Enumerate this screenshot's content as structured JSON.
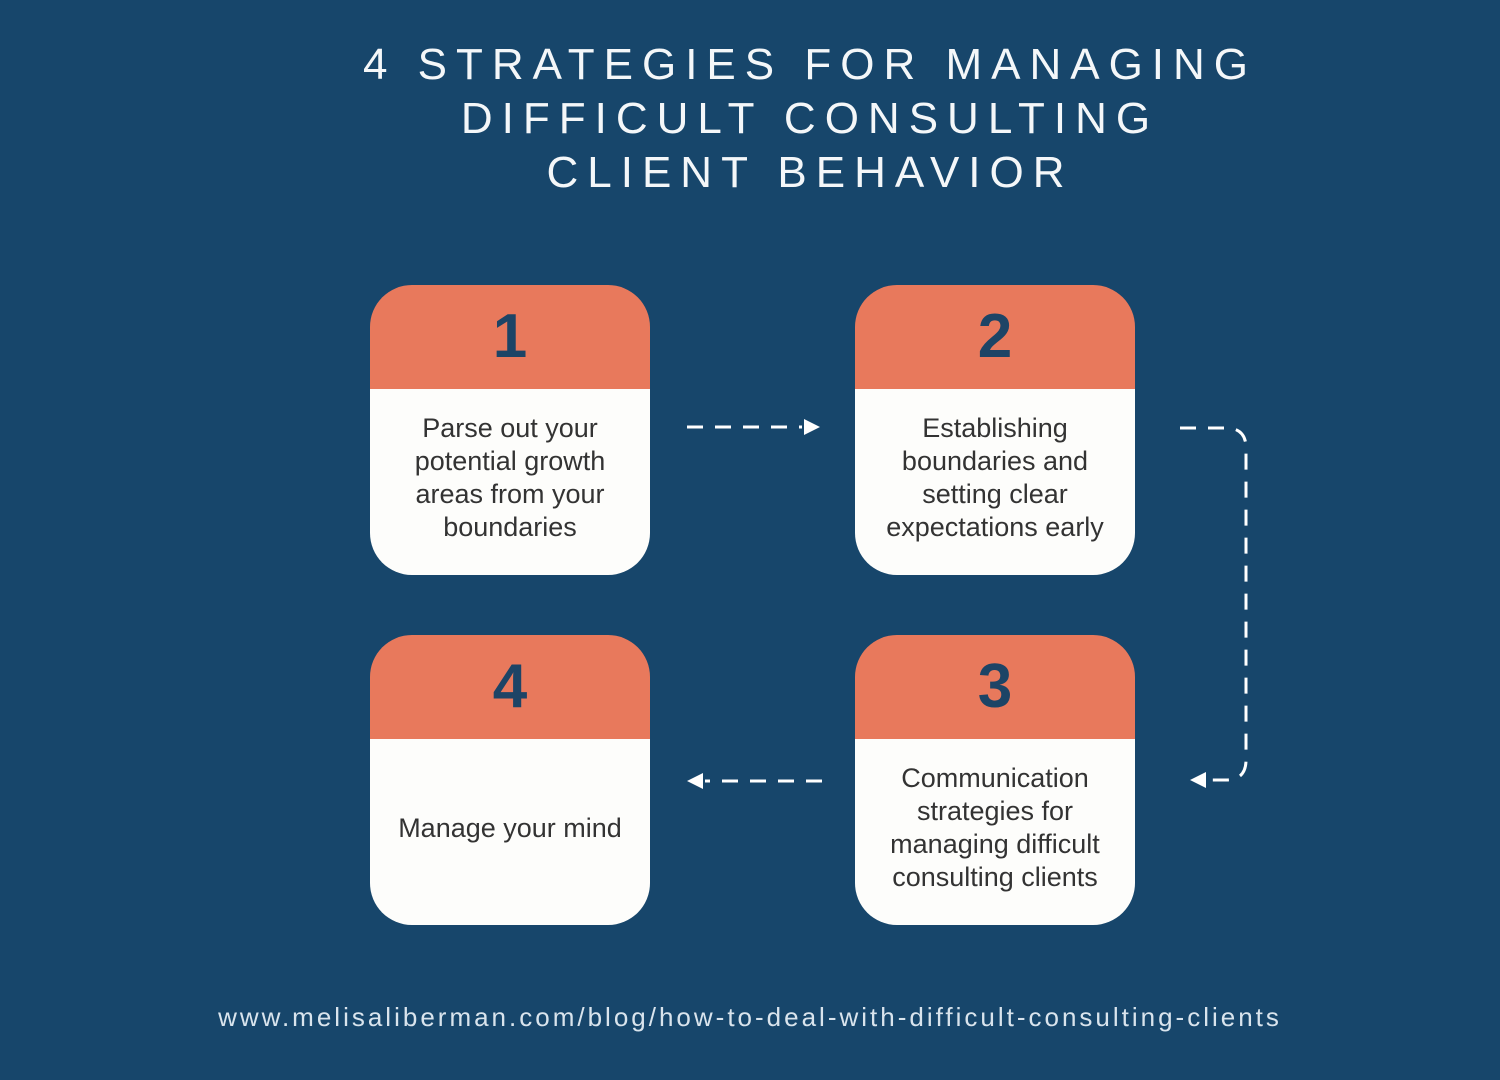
{
  "page": {
    "title_lines": [
      "4 STRATEGIES FOR MANAGING",
      "DIFFICULT CONSULTING",
      "CLIENT BEHAVIOR"
    ],
    "footer_url": "www.melisaliberman.com/blog/how-to-deal-with-difficult-consulting-clients"
  },
  "cards": [
    {
      "number": "1",
      "text": "Parse out your potential growth areas from your boundaries"
    },
    {
      "number": "2",
      "text": "Establishing boundaries and setting clear expectations early"
    },
    {
      "number": "3",
      "text": "Communication strategies for managing difficult consulting clients"
    },
    {
      "number": "4",
      "text": "Manage your mind"
    }
  ],
  "connectors": [
    {
      "name": "arrow-1-to-2",
      "direction": "right"
    },
    {
      "name": "arrow-2-to-3",
      "direction": "down-then-left"
    },
    {
      "name": "arrow-3-to-4",
      "direction": "left"
    }
  ],
  "colors": {
    "background": "#17466B",
    "card_header": "#E8795C",
    "card_body": "#FDFDFB",
    "number_text": "#1D4466",
    "body_text": "#333333",
    "title_text": "#F4F7F9",
    "footer_text": "#D9E4ED",
    "arrow": "#FFFFFF"
  }
}
